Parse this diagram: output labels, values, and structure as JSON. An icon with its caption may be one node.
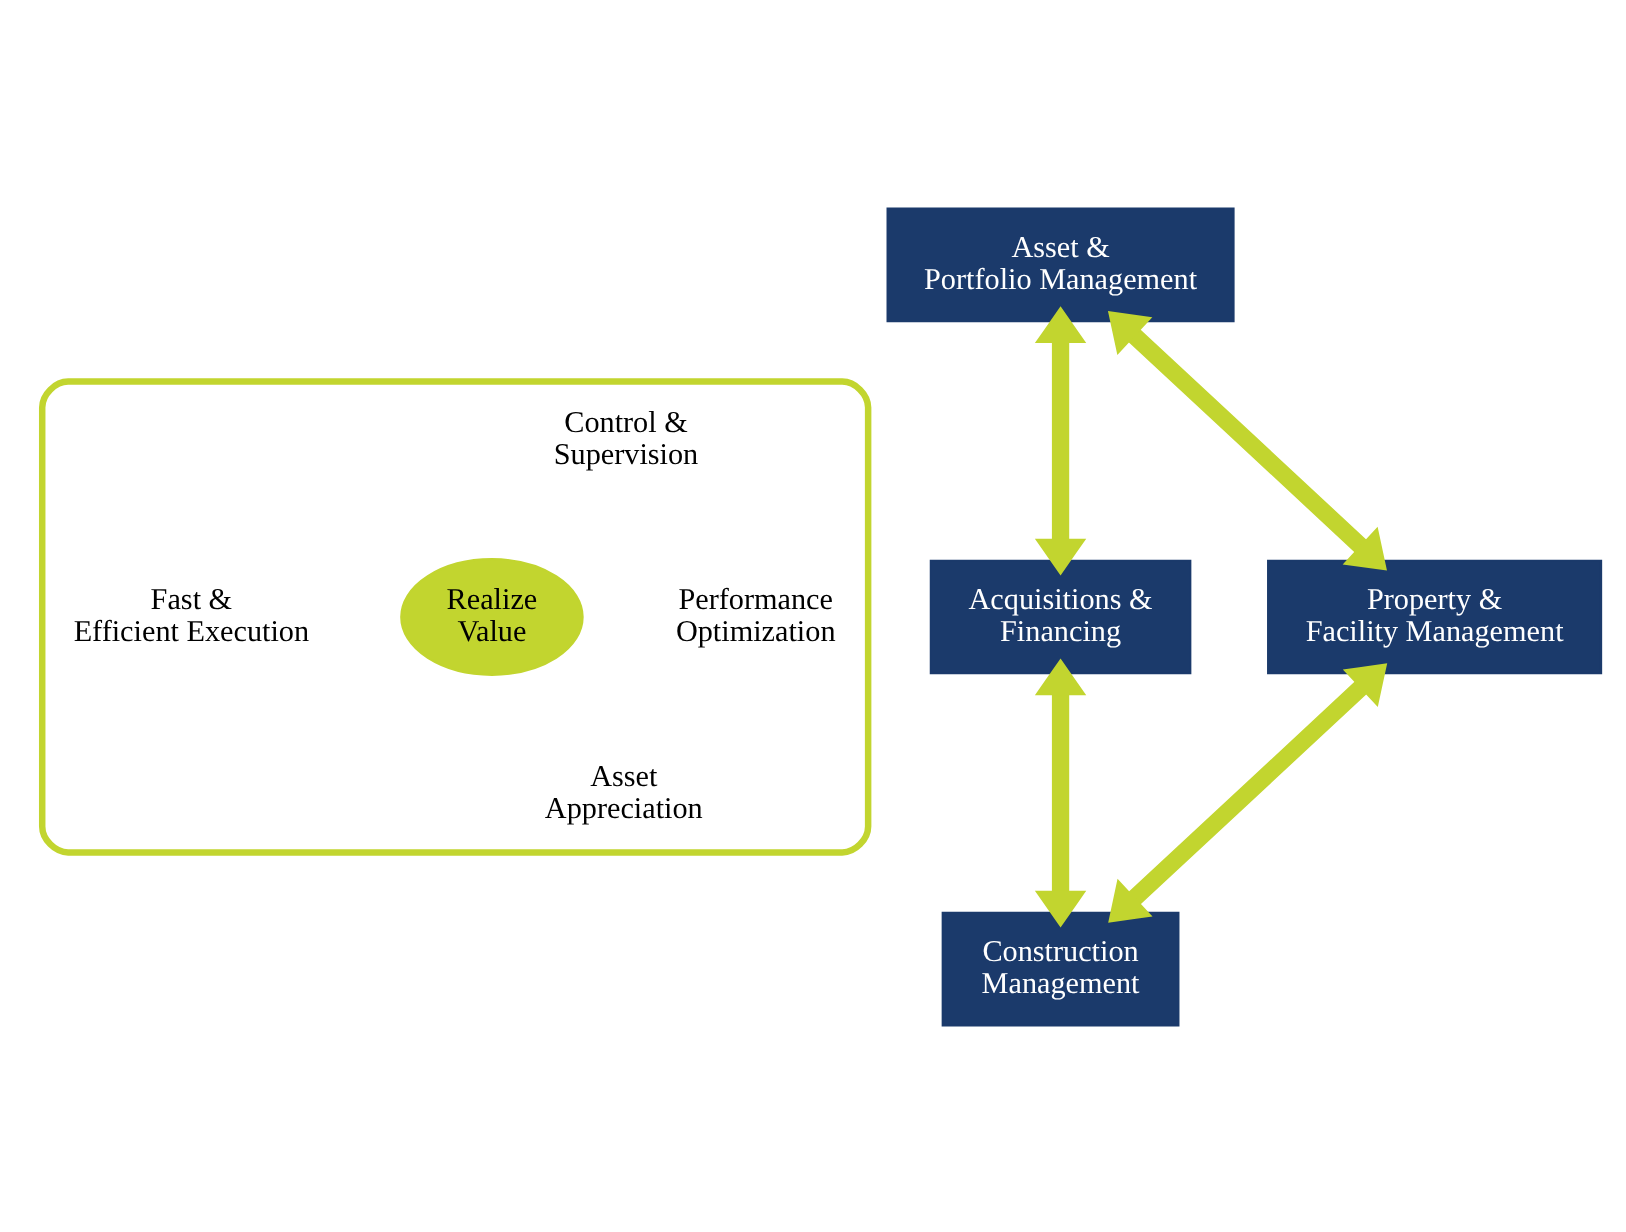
{
  "diagram": {
    "nodes": [
      {
        "text": [
          "Asset & Portfolio Management"
        ]
      },
      {
        "text": [
          "Acquisitions & Financing"
        ]
      },
      {
        "text": [
          "Property & Facility Management"
        ]
      },
      {
        "text": [],
        "shape": "ellipse"
      },
      {
        "text": [
          "Realize Value"
        ],
        "in": 3
      },
      {
        "text": [
          "Construction Management"
        ]
      }
    ],
    "edges": [
      {
        "from": 0,
        "to": 1,
        "arrow": "both"
      },
      {
        "from": 0,
        "to": 2,
        "arrow": "both"
      },
      {
        "from": 2,
        "to": 5,
        "arrow": "both"
      },
      {
        "from": 1,
        "to": 5,
        "arrow": "both"
      }
    ],
    "labels": [
      "Control & Supervision",
      "Fast & Efficient Execution",
      "Performance Optimization",
      "Asset Appreciation"
    ]
  }
}
